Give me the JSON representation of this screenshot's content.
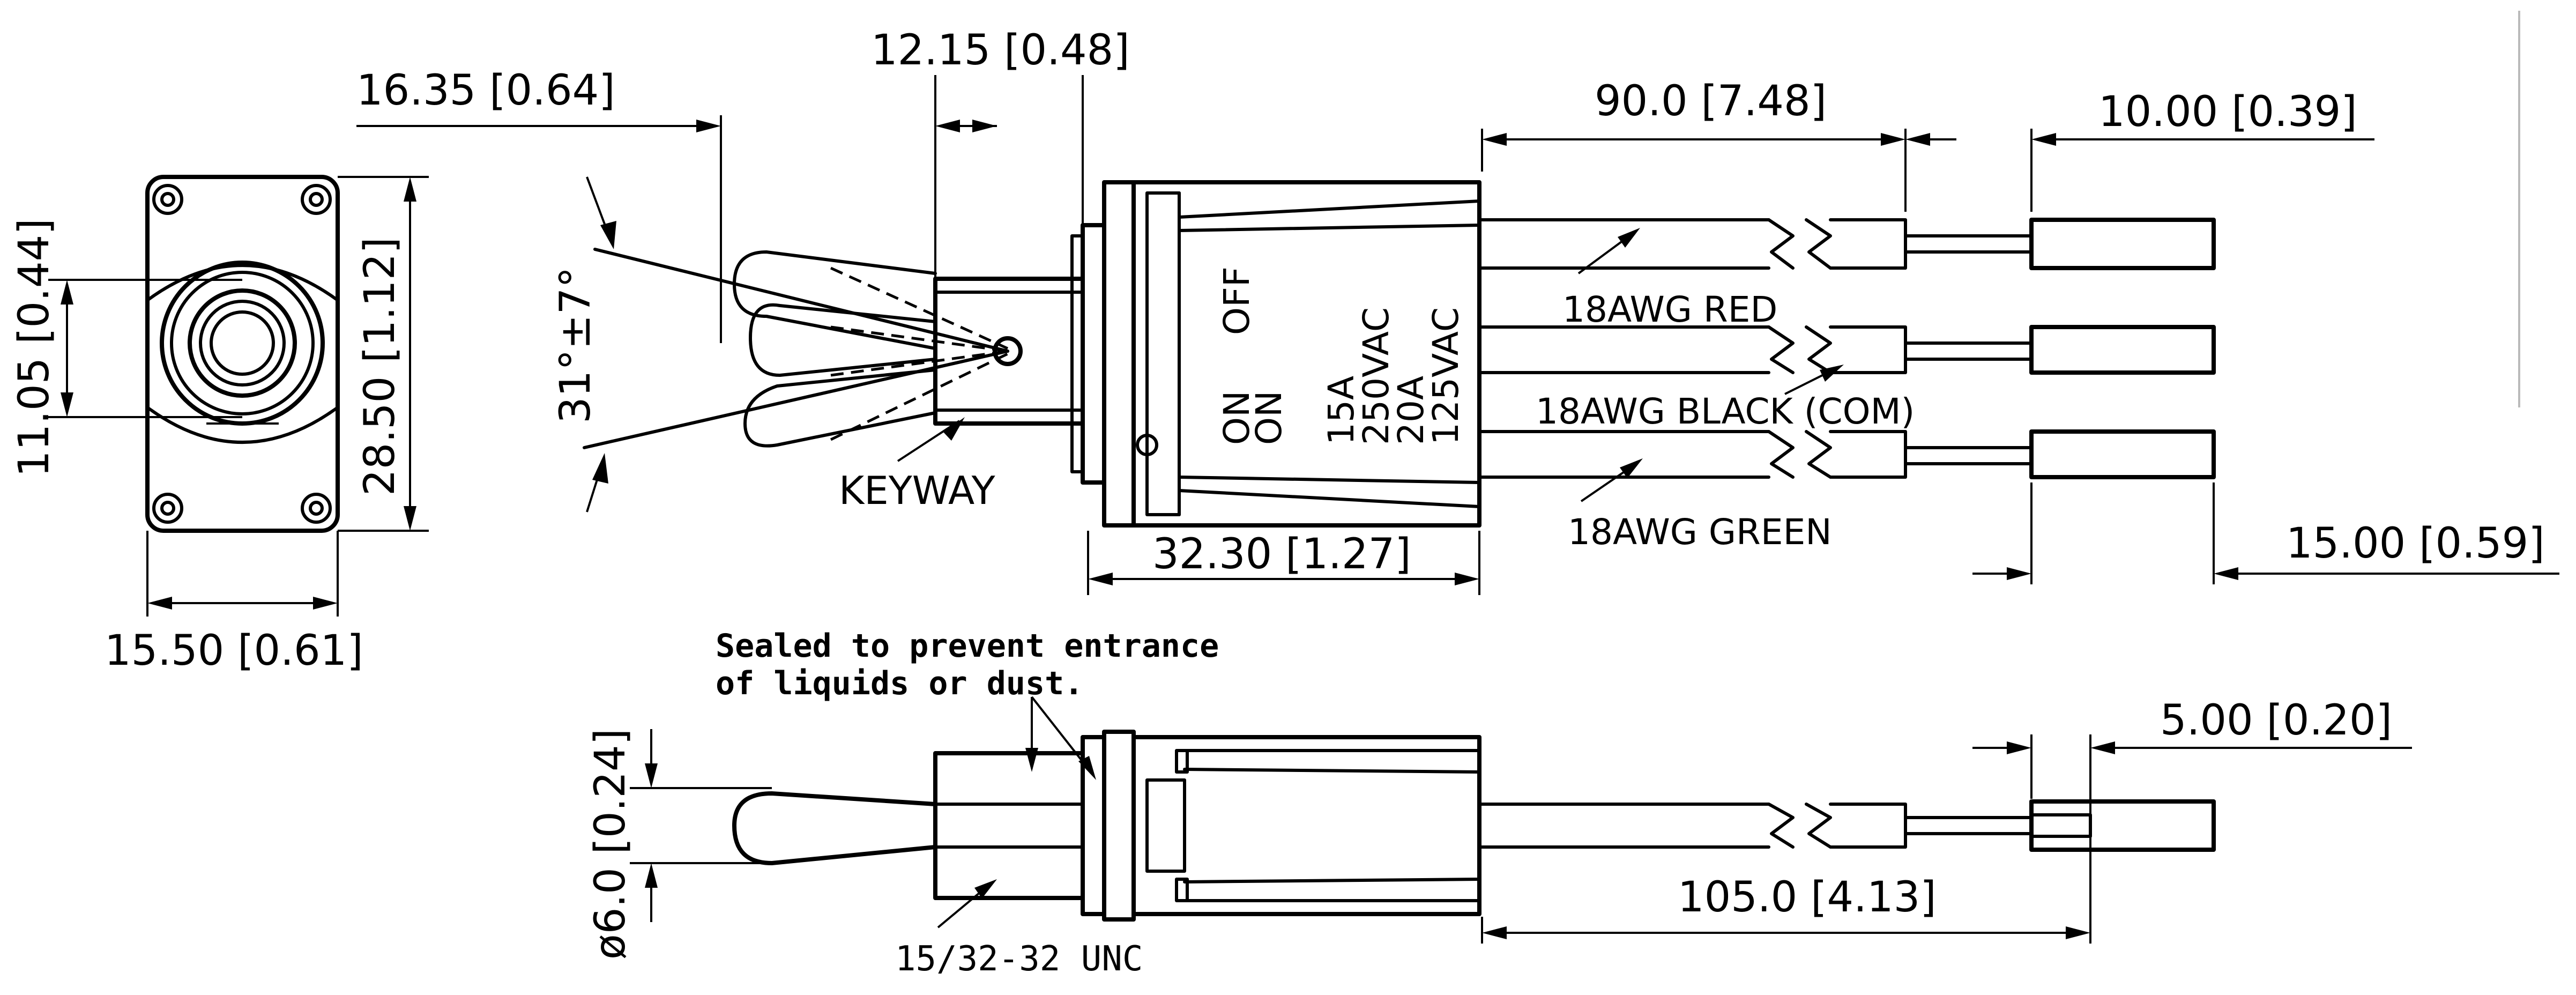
{
  "dimensions": {
    "top_toggle_offset": "16.35 [0.64]",
    "bushing_length": "12.15 [0.48]",
    "lead_length": "90.0 [7.48]",
    "terminal_length": "10.00 [0.39]",
    "bushing_diameter": "11.05 [0.44]",
    "body_height": "28.50 [1.12]",
    "body_width": "15.50 [0.61]",
    "body_length": "32.30 [1.27]",
    "terminal_spacing": "15.00 [0.59]",
    "strip_length": "5.00 [0.20]",
    "overall_lead": "105.0 [4.13]",
    "toggle_diameter": "ø6.0 [0.24]",
    "toggle_angle": "31°±7°"
  },
  "labels": {
    "keyway": "KEYWAY",
    "wire_red": "18AWG RED",
    "wire_black": "18AWG BLACK (COM)",
    "wire_green": "18AWG GREEN",
    "pos_off": "OFF",
    "pos_on_1": "ON",
    "pos_on_2": "ON",
    "rating_15a": "15A",
    "rating_250vac": "250VAC",
    "rating_20a": "20A",
    "rating_125vac": "125VAC",
    "thread": "15/32-32 UNC",
    "seal_note_1": "Sealed to prevent entrance",
    "seal_note_2": "of liquids or dust."
  }
}
